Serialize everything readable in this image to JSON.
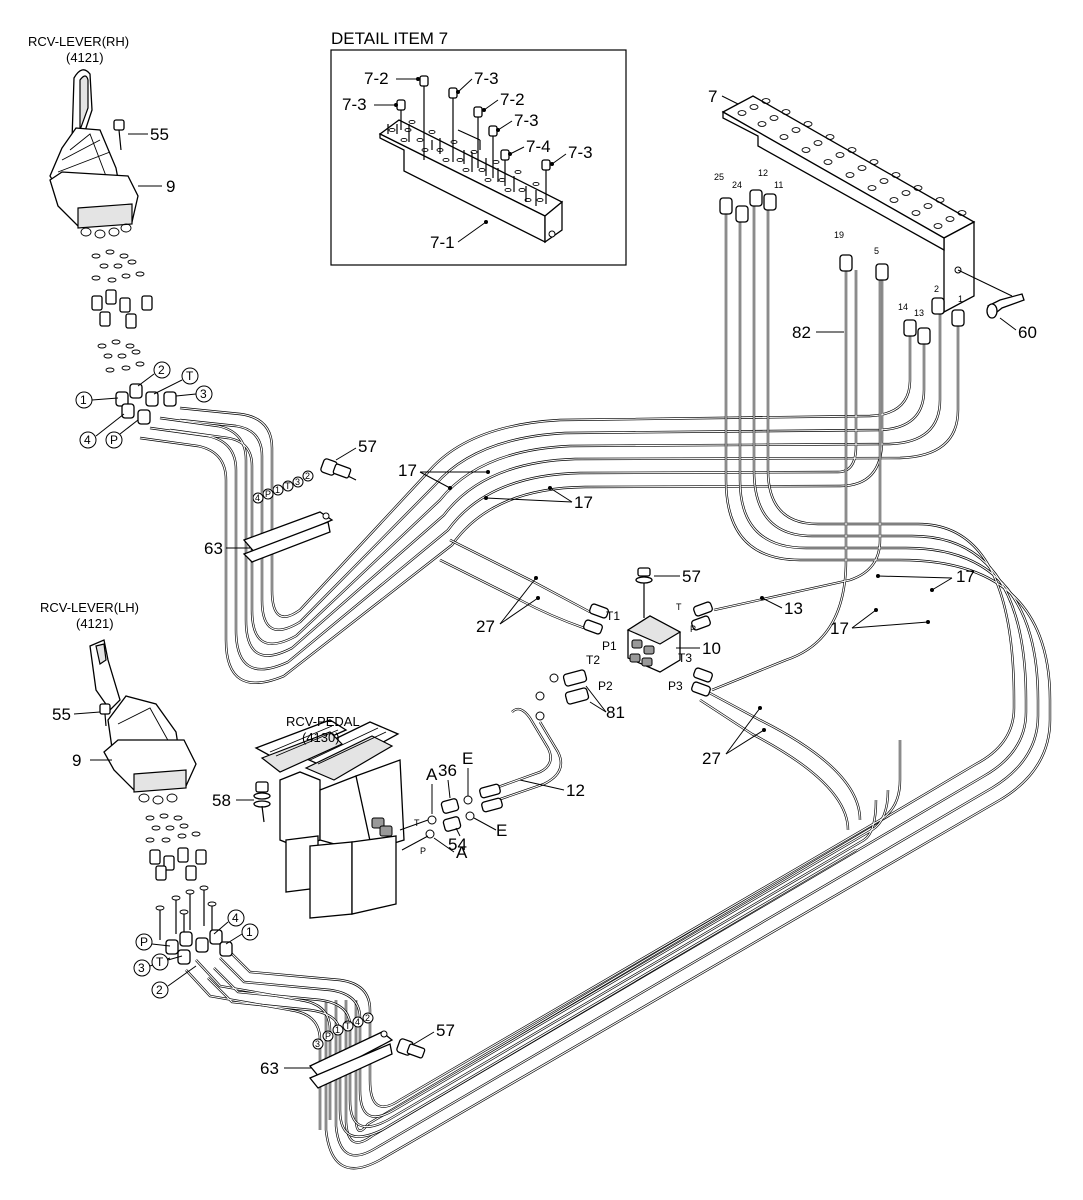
{
  "titles": {
    "rcv_lever_rh": "RCV-LEVER(RH)",
    "rcv_lever_rh_code": "(4121)",
    "rcv_lever_lh": "RCV-LEVER(LH)",
    "rcv_lever_lh_code": "(4121)",
    "rcv_pedal": "RCV-PEDAL",
    "rcv_pedal_code": "(4130)",
    "detail": "DETAIL ITEM 7"
  },
  "detail_labels": {
    "a": "7-2",
    "b": "7-3",
    "c": "7-3",
    "d": "7-2",
    "e": "7-3",
    "f": "7-4",
    "g": "7-3",
    "h": "7-1"
  },
  "parts": {
    "p7": "7",
    "p55a": "55",
    "p9a": "9",
    "p57a": "57",
    "p17a": "17",
    "p17b": "17",
    "p63a": "63",
    "p27a": "27",
    "p57b": "57",
    "p13": "13",
    "p10": "10",
    "p17c": "17",
    "p17d": "17",
    "p82": "82",
    "p60": "60",
    "p55b": "55",
    "p9b": "9",
    "p58": "58",
    "p36": "36",
    "pA1": "A",
    "pE1": "E",
    "p12": "12",
    "p81": "81",
    "pE2": "E",
    "p54": "54",
    "pA2": "A",
    "p27b": "27",
    "p57c": "57",
    "p63b": "63"
  },
  "port_labels": {
    "t1": "T1",
    "p1": "P1",
    "t2": "T2",
    "p2": "P2",
    "t3": "T3",
    "p3": "P3",
    "t": "T",
    "p": "P",
    "ped_t": "T",
    "ped_p": "P"
  },
  "hose_numbers": {
    "h25": "25",
    "h24": "24",
    "h12": "12",
    "h11": "11",
    "h19": "19",
    "h5": "5",
    "h14": "14",
    "h13": "13",
    "h2": "2",
    "h1": "1"
  },
  "circled_rh": {
    "c1": "1",
    "c2": "2",
    "cT": "T",
    "c3": "3",
    "c4": "4",
    "cP": "P"
  },
  "circled_lh": {
    "c4": "4",
    "c1": "1",
    "cP": "P",
    "c3": "3",
    "cT": "T",
    "c2": "2"
  },
  "clamp_rh": [
    "4",
    "P",
    "1",
    "T",
    "3",
    "2"
  ],
  "clamp_lh": [
    "3",
    "P",
    "1",
    "T",
    "4",
    "2"
  ]
}
